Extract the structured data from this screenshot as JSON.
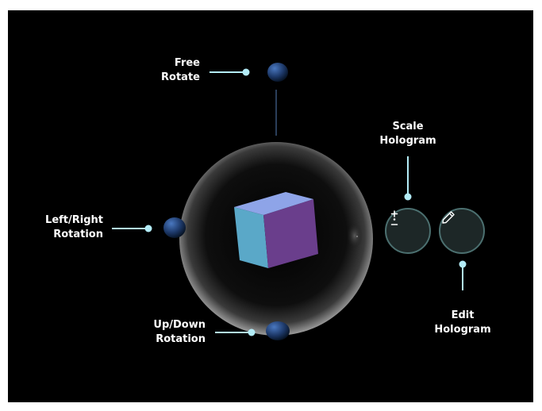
{
  "labels": {
    "free_rotate": [
      "Free",
      "Rotate"
    ],
    "scale_hologram": [
      "Scale",
      "Hologram"
    ],
    "left_right_rotation": [
      "Left/Right",
      "Rotation"
    ],
    "up_down_rotation": [
      "Up/Down",
      "Rotation"
    ],
    "edit_hologram": [
      "Edit",
      "Hologram"
    ]
  },
  "icons": {
    "scale_button": "plus-minus-icon",
    "edit_button": "pencil-icon"
  },
  "colors": {
    "background": "#000000",
    "callout": "#b3ecf7",
    "cube_left": "#5aa8c8",
    "cube_right": "#6a3e8c",
    "cube_top": "#8ea4e8",
    "handle": "#2a4d8a"
  }
}
